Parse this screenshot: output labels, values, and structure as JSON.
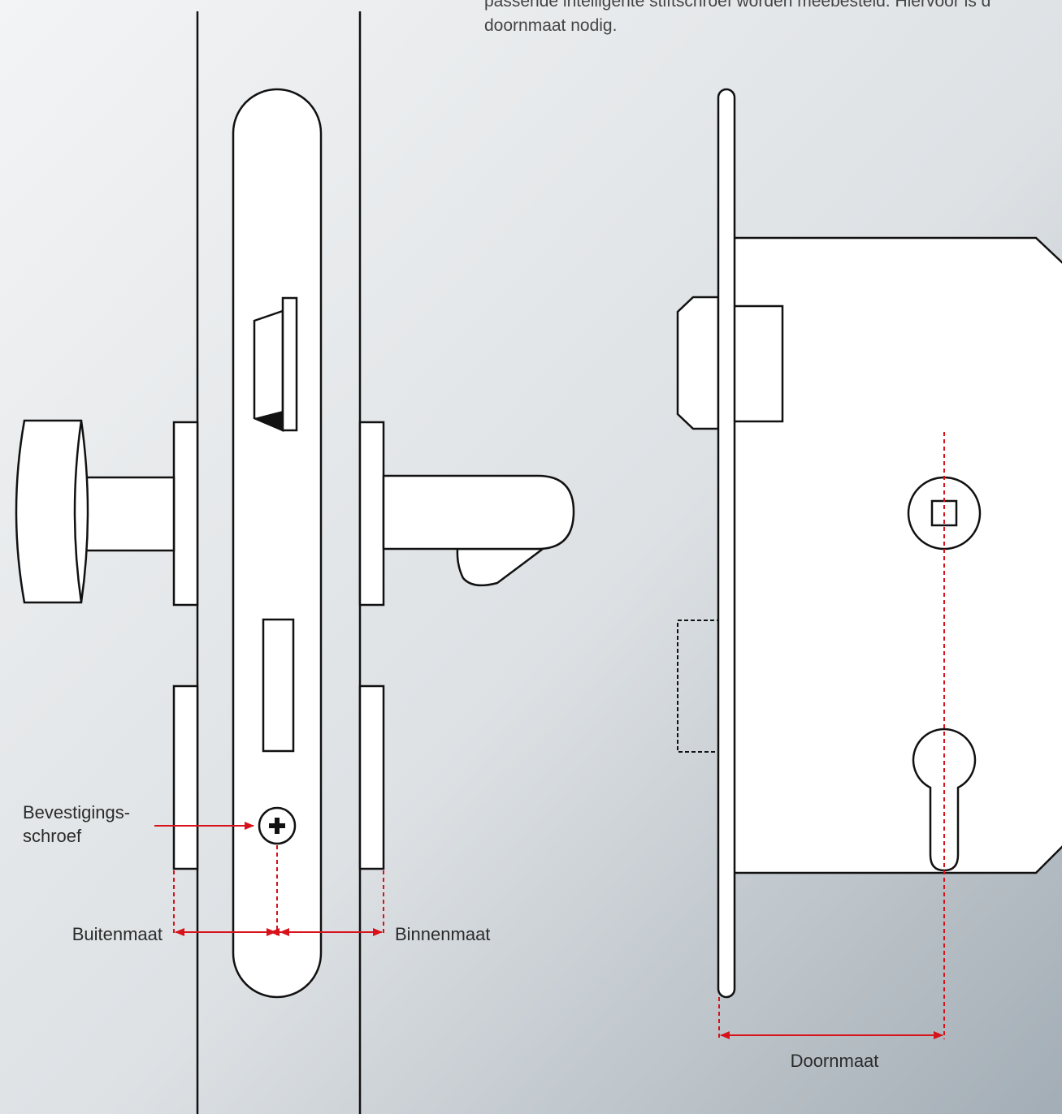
{
  "intro": {
    "line1": "passende intelligente stiftschroef worden meebesteld. Hiervoor is d",
    "line2": "doornmaat nodig."
  },
  "labels": {
    "fixing_screw_line1": "Bevestigings-",
    "fixing_screw_line2": "schroef",
    "outside": "Buitenmaat",
    "inside": "Binnenmaat",
    "backset": "Doornmaat"
  },
  "colors": {
    "background_top": "#f1f2f3",
    "background_bottom": "#a9b2b9",
    "line": "#111111",
    "dimension": "#d8121b"
  }
}
